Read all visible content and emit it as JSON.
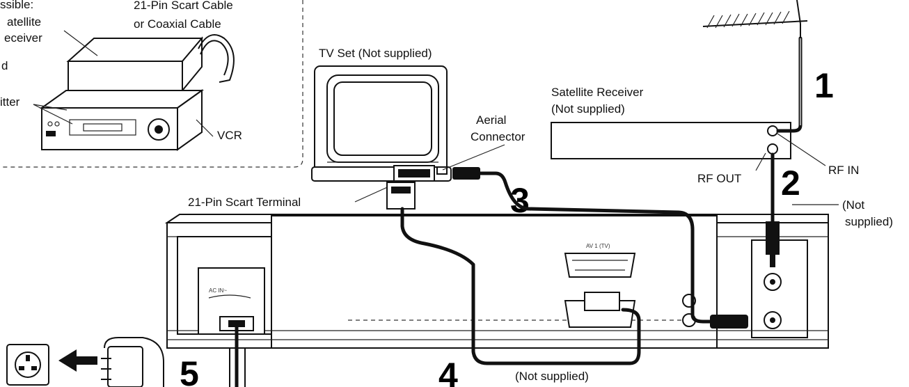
{
  "inset": {
    "partial_text": "ssible:",
    "satellite_line1": "atellite",
    "satellite_line2": "eceiver",
    "cable_line1": "21-Pin Scart Cable",
    "cable_line2": "or Coaxial Cable",
    "fragment_d": "d",
    "transmitter_fragment": "itter",
    "vcr_label": "VCR"
  },
  "labels": {
    "aerial_partial": "",
    "tv_set": "TV Set (Not supplied)",
    "sat_receiver_1": "Satellite Receiver",
    "sat_receiver_2": "(Not supplied)",
    "aerial_connector_1": "Aerial",
    "aerial_connector_2": "Connector",
    "rf_out": "RF OUT",
    "rf_in": "RF IN",
    "not_supplied_right_1": "(Not",
    "not_supplied_right_2": "supplied)",
    "scart_terminal": "21-Pin Scart Terminal",
    "not_supplied_bottom": "(Not supplied)",
    "ac_in": "AC IN~",
    "av1": "AV 1 (TV)"
  },
  "steps": {
    "s1": "1",
    "s2": "2",
    "s3": "3",
    "s4": "4",
    "s5": "5"
  },
  "icons": [
    "mains-socket-icon",
    "arrow-left-icon",
    "mains-plug-icon",
    "aerial-icon"
  ]
}
